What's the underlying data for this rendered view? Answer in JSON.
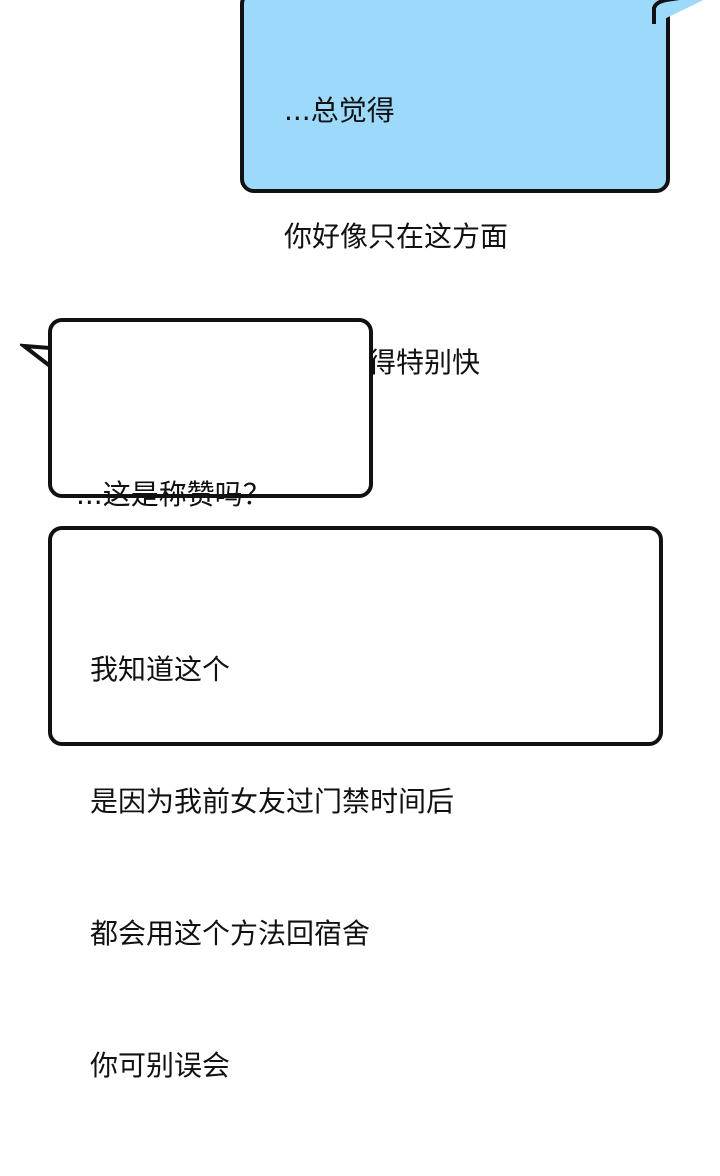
{
  "colors": {
    "bubble_blue": "#9dd9fb",
    "bubble_white": "#ffffff",
    "outline": "#111111"
  },
  "bubbles": [
    {
      "speaker": "right",
      "lines": [
        "...总觉得",
        "你好像只在这方面",
        "脑筋动得特别快"
      ]
    },
    {
      "speaker": "left",
      "lines": [
        "...这是称赞吗？"
      ]
    },
    {
      "speaker": "left",
      "lines": [
        "我知道这个",
        "是因为我前女友过门禁时间后",
        "都会用这个方法回宿舍",
        "你可别误会"
      ]
    }
  ]
}
